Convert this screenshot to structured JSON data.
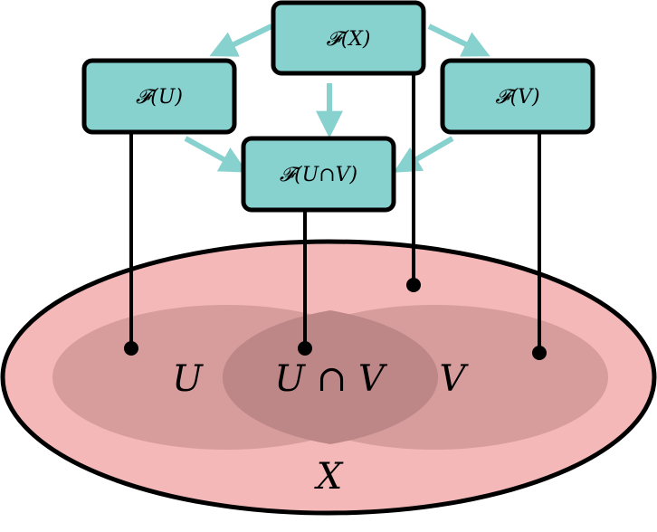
{
  "colors": {
    "space_fill": "#f4b8b8",
    "open_set_fill": "#d79c9c",
    "intersection_fill": "#bd8787",
    "box_fill": "#87d1cf",
    "arrow": "#87d1cf",
    "stroke": "#000000"
  },
  "sheaf": {
    "global": "𝓕(X)",
    "open_u": "𝓕(U)",
    "open_v": "𝓕(V)",
    "intersection": "𝓕(U∩V)"
  },
  "space": {
    "u": "U",
    "v": "V",
    "intersection": "U ∩ V",
    "x": "X"
  }
}
